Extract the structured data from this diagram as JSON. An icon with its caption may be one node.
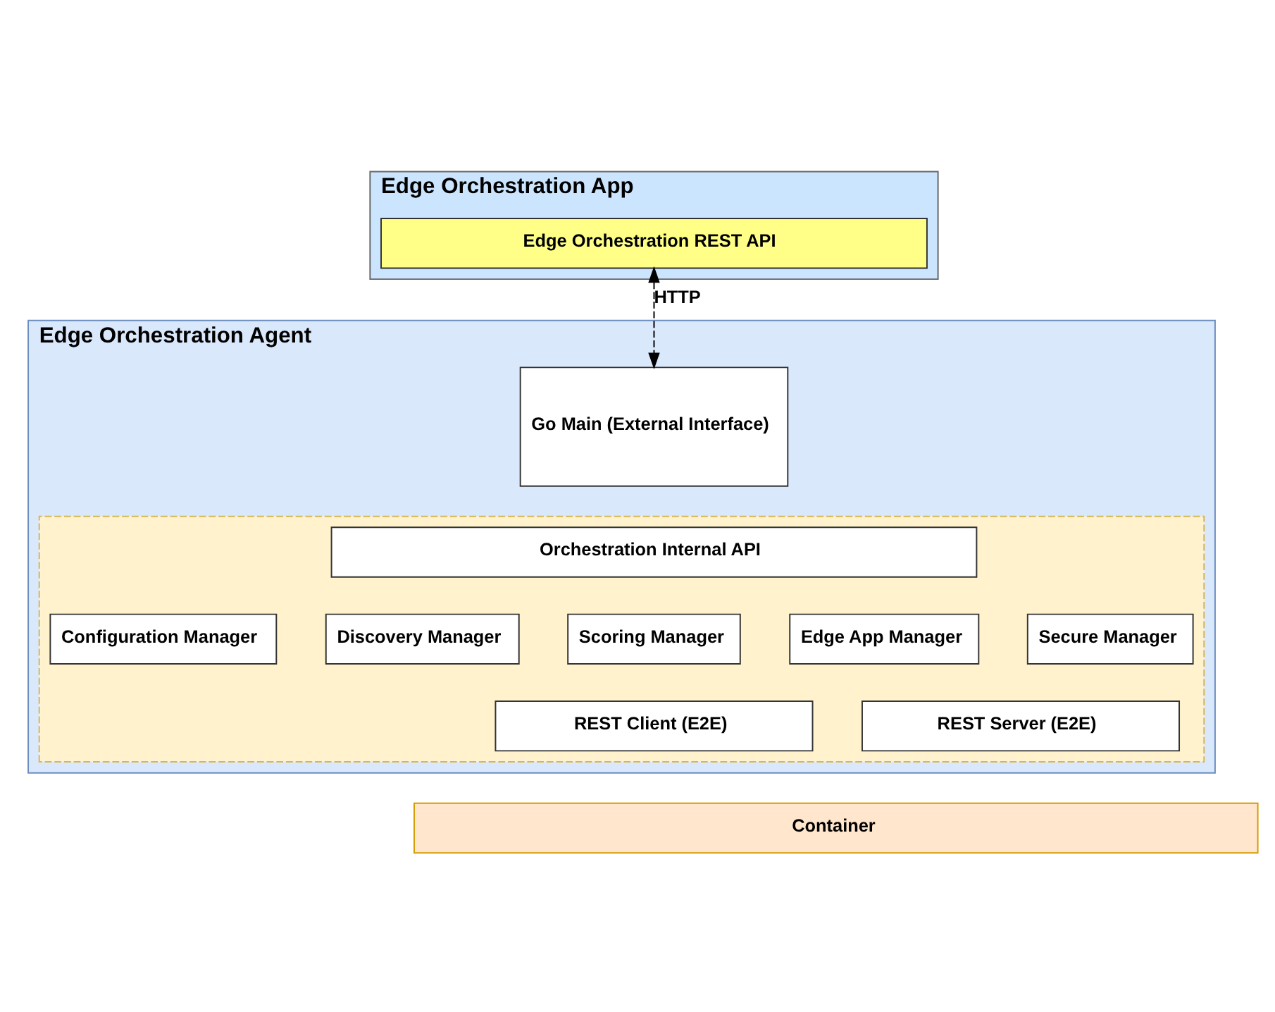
{
  "diagram": {
    "nodes": [
      {
        "text": [
          "Edge Orchestration App"
        ]
      },
      {
        "text": [
          "Edge Orchestration REST API"
        ],
        "in": 0
      },
      {
        "text": [
          "Edge Orchestration Agent"
        ]
      },
      {
        "text": [
          "Go Main (External Interface)"
        ],
        "in": 2
      },
      {
        "text": [],
        "shape": "box",
        "in": 2
      },
      {
        "text": [
          "Orchestration Internal API"
        ],
        "in": 4
      },
      {
        "text": [
          "Configuration Manager"
        ],
        "in": 4
      },
      {
        "text": [
          "Discovery Manager"
        ],
        "in": 4
      },
      {
        "text": [
          "Scoring Manager"
        ],
        "in": 4
      },
      {
        "text": [
          "Edge App Manager"
        ],
        "in": 4
      },
      {
        "text": [
          "Secure Manager"
        ],
        "in": 4
      },
      {
        "text": [
          "REST Client (E2E)"
        ],
        "in": 4
      },
      {
        "text": [
          "REST Server (E2E)"
        ],
        "in": 4
      },
      {
        "text": [
          "Container"
        ]
      }
    ],
    "edges": [
      {
        "from": 1,
        "to": 3,
        "arrow": "both",
        "style": "dashed",
        "label": "HTTP"
      }
    ]
  }
}
